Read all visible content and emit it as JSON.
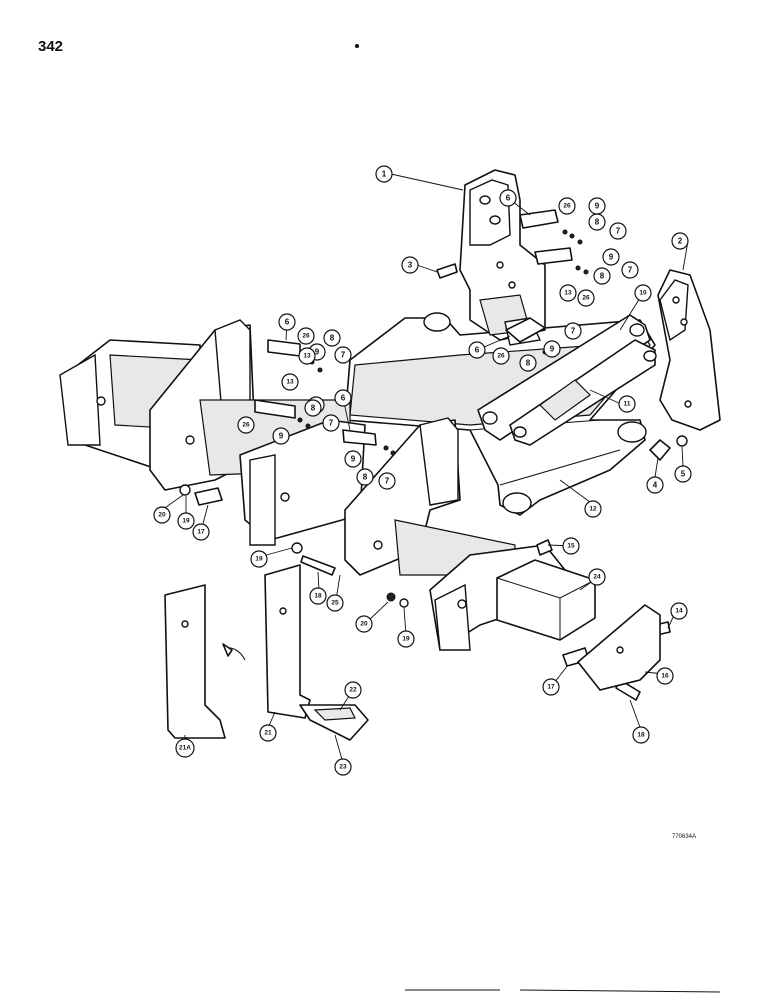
{
  "page": {
    "number": "342",
    "figure_ref": "770634A"
  },
  "callouts": [
    {
      "id": "c1",
      "label": "1"
    },
    {
      "id": "c2",
      "label": "2"
    },
    {
      "id": "c3",
      "label": "3"
    },
    {
      "id": "c4",
      "label": "4"
    },
    {
      "id": "c5",
      "label": "5"
    },
    {
      "id": "c6a",
      "label": "6"
    },
    {
      "id": "c6b",
      "label": "6"
    },
    {
      "id": "c6c",
      "label": "6"
    },
    {
      "id": "c6d",
      "label": "6"
    },
    {
      "id": "c6e",
      "label": "6"
    },
    {
      "id": "c7a",
      "label": "7"
    },
    {
      "id": "c7b",
      "label": "7"
    },
    {
      "id": "c7c",
      "label": "7"
    },
    {
      "id": "c7d",
      "label": "7"
    },
    {
      "id": "c7e",
      "label": "7"
    },
    {
      "id": "c7f",
      "label": "7"
    },
    {
      "id": "c8a",
      "label": "8"
    },
    {
      "id": "c8b",
      "label": "8"
    },
    {
      "id": "c8c",
      "label": "8"
    },
    {
      "id": "c8d",
      "label": "8"
    },
    {
      "id": "c8e",
      "label": "8"
    },
    {
      "id": "c8f",
      "label": "8"
    },
    {
      "id": "c9a",
      "label": "9"
    },
    {
      "id": "c9b",
      "label": "9"
    },
    {
      "id": "c9c",
      "label": "9"
    },
    {
      "id": "c9d",
      "label": "9"
    },
    {
      "id": "c9e",
      "label": "9"
    },
    {
      "id": "c9f",
      "label": "9"
    },
    {
      "id": "c10",
      "label": "10"
    },
    {
      "id": "c11",
      "label": "11"
    },
    {
      "id": "c12",
      "label": "12"
    },
    {
      "id": "c13a",
      "label": "13"
    },
    {
      "id": "c13b",
      "label": "13"
    },
    {
      "id": "c13c",
      "label": "13"
    },
    {
      "id": "c14",
      "label": "14"
    },
    {
      "id": "c15",
      "label": "15"
    },
    {
      "id": "c16",
      "label": "16"
    },
    {
      "id": "c17a",
      "label": "17"
    },
    {
      "id": "c17b",
      "label": "17"
    },
    {
      "id": "c18a",
      "label": "18"
    },
    {
      "id": "c18b",
      "label": "18"
    },
    {
      "id": "c19a",
      "label": "19"
    },
    {
      "id": "c19b",
      "label": "19"
    },
    {
      "id": "c19c",
      "label": "19"
    },
    {
      "id": "c20a",
      "label": "20"
    },
    {
      "id": "c20b",
      "label": "20"
    },
    {
      "id": "c21",
      "label": "21"
    },
    {
      "id": "c21a",
      "label": "21A"
    },
    {
      "id": "c22",
      "label": "22"
    },
    {
      "id": "c23",
      "label": "23"
    },
    {
      "id": "c24",
      "label": "24"
    },
    {
      "id": "c25",
      "label": "25"
    },
    {
      "id": "c26a",
      "label": "26"
    },
    {
      "id": "c26b",
      "label": "26"
    },
    {
      "id": "c26c",
      "label": "26"
    },
    {
      "id": "c26d",
      "label": "26"
    },
    {
      "id": "c26e",
      "label": "26"
    }
  ]
}
